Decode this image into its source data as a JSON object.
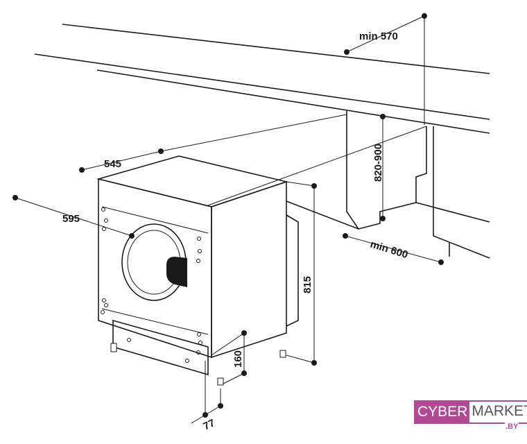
{
  "dimensions": {
    "min_width": "min 570",
    "niche_height": "820-900",
    "depth": "545",
    "width": "595",
    "min_depth": "min 600",
    "height": "815",
    "feet_height": "160",
    "feet_offset": "77"
  },
  "logo": {
    "part1": "CYBER",
    "part2": "MARKET",
    "suffix": ".BY"
  }
}
